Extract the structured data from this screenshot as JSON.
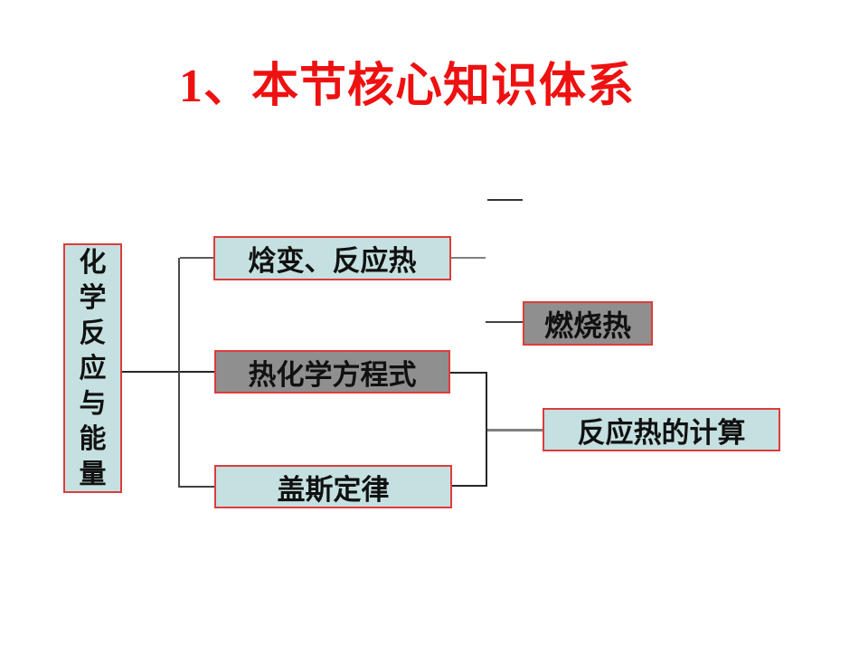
{
  "slide": {
    "title": "1、本节核心知识体系",
    "title_color": "#ee1111",
    "background_color": "#ffffff"
  },
  "diagram": {
    "root": {
      "label": "化学反应与能量",
      "orientation": "vertical",
      "fill": "#c5e0e0"
    },
    "nodes": [
      {
        "id": "enthalpy-change-reaction-heat",
        "label": "焓变、反应热",
        "fill": "#c5e0e0"
      },
      {
        "id": "thermochemical-equation",
        "label": "热化学方程式",
        "fill": "#8f8f8f"
      },
      {
        "id": "hess-law",
        "label": "盖斯定律",
        "fill": "#c5e0e0"
      },
      {
        "id": "combustion-heat",
        "label": "燃烧热",
        "fill": "#8f8f8f"
      },
      {
        "id": "reaction-heat-calculation",
        "label": "反应热的计算",
        "fill": "#c5e0e0"
      }
    ],
    "colors": {
      "node_border": "#dd3c3c",
      "line_dark": "#262626",
      "line_gray": "#808080",
      "text": "#111111"
    }
  }
}
